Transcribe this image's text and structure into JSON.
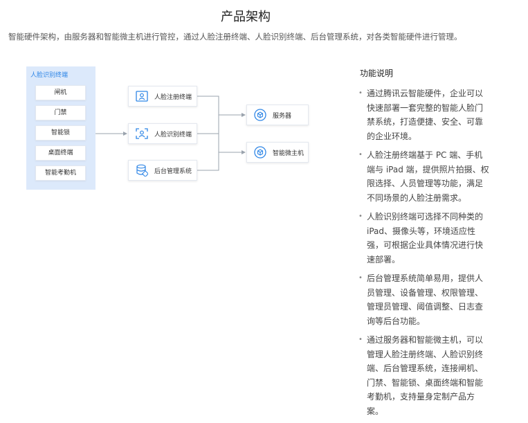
{
  "page": {
    "title": "产品架构",
    "subtitle": "智能硬件架构，由服务器和智能微主机进行管控，通过人脸注册终端、人脸识别终端、后台管理系统，对各类智能硬件进行管理。"
  },
  "diagram": {
    "device_group": {
      "label": "人脸识别终端",
      "items": [
        "闸机",
        "门禁",
        "智能锁",
        "桌面终端",
        "智能考勤机"
      ]
    },
    "middle_nodes": [
      {
        "label": "人脸注册终端",
        "icon": "face-register-icon"
      },
      {
        "label": "人脸识别终端",
        "icon": "face-recognition-icon"
      },
      {
        "label": "后台管理系统",
        "icon": "database-icon"
      }
    ],
    "right_nodes": [
      {
        "label": "服务器",
        "icon": "server-icon"
      },
      {
        "label": "智能微主机",
        "icon": "micro-host-icon"
      }
    ],
    "colors": {
      "accent": "#2f86e6",
      "group_bg": "#dce9fb",
      "line": "#9aa3ad"
    }
  },
  "features": {
    "title": "功能说明",
    "bullet": "•",
    "items": [
      "通过腾讯云智能硬件，企业可以快速部署一套完整的智能人脸门禁系统，打造便捷、安全、可靠的企业环境。",
      "人脸注册终端基于 PC 端、手机端与 iPad 端，提供照片拍摄、权限选择、人员管理等功能，满足不同场景的人脸注册需求。",
      "人脸识别终端可选择不同种类的 iPad、摄像头等，环境适应性强，可根据企业具体情况进行快速部署。",
      "后台管理系统简单易用，提供人员管理、设备管理、权限管理、管理员管理、阈值调整、日志查询等后台功能。",
      "通过服务器和智能微主机，可以管理人脸注册终端、人脸识别终端、后台管理系统，连接闸机、门禁、智能锁、桌面终端和智能考勤机，支持量身定制产品方案。"
    ]
  }
}
